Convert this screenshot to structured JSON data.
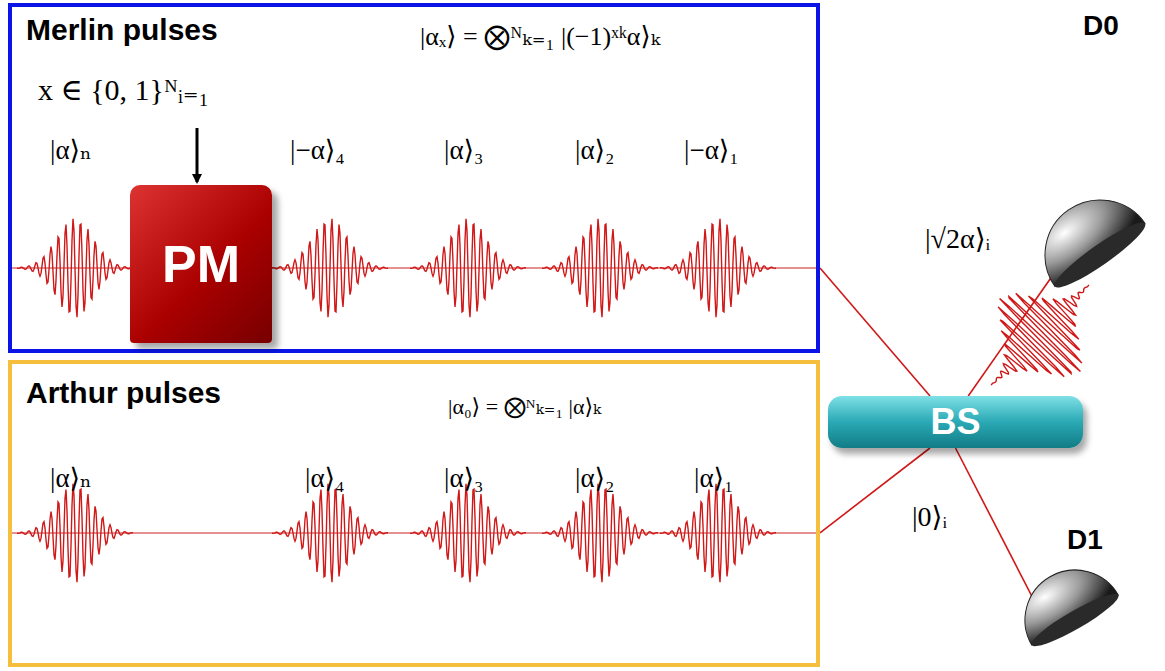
{
  "diagram": {
    "nodes": [
      {
        "text": [
          "Merlin pulses",
          "|αₓ⟩ = ⨂ᴺₖ₌₁ |(−1)ˣᵏα⟩ₖ"
        ]
      },
      {
        "text": [
          "PM"
        ],
        "in": 0
      },
      {
        "text": [
          "Arthur pulses",
          "|α₀⟩ = ⨂ᴺₖ₌₁ |α⟩ₖ"
        ]
      },
      {
        "text": [
          "BS"
        ]
      },
      {
        "text": [
          "D0"
        ]
      },
      {
        "text": [
          "D1"
        ]
      }
    ],
    "edges": [
      {
        "from": 0,
        "to": 3,
        "arrow": "none"
      },
      {
        "from": 2,
        "to": 3,
        "arrow": "none"
      },
      {
        "from": 3,
        "to": 4,
        "arrow": "none"
      },
      {
        "from": 3,
        "to": 5,
        "arrow": "none"
      }
    ],
    "labels": [
      "x ∈ {0, 1}ᴺᵢ₌₁",
      "|α⟩ₙ",
      "|−α⟩₄",
      "|α⟩₃",
      "|α⟩₂",
      "|−α⟩₁",
      "|α⟩ₙ",
      "|α⟩₄",
      "|α⟩₃",
      "|α⟩₂",
      "|α⟩₁",
      "|√2α⟩ᵢ",
      "|0⟩ᵢ"
    ]
  }
}
